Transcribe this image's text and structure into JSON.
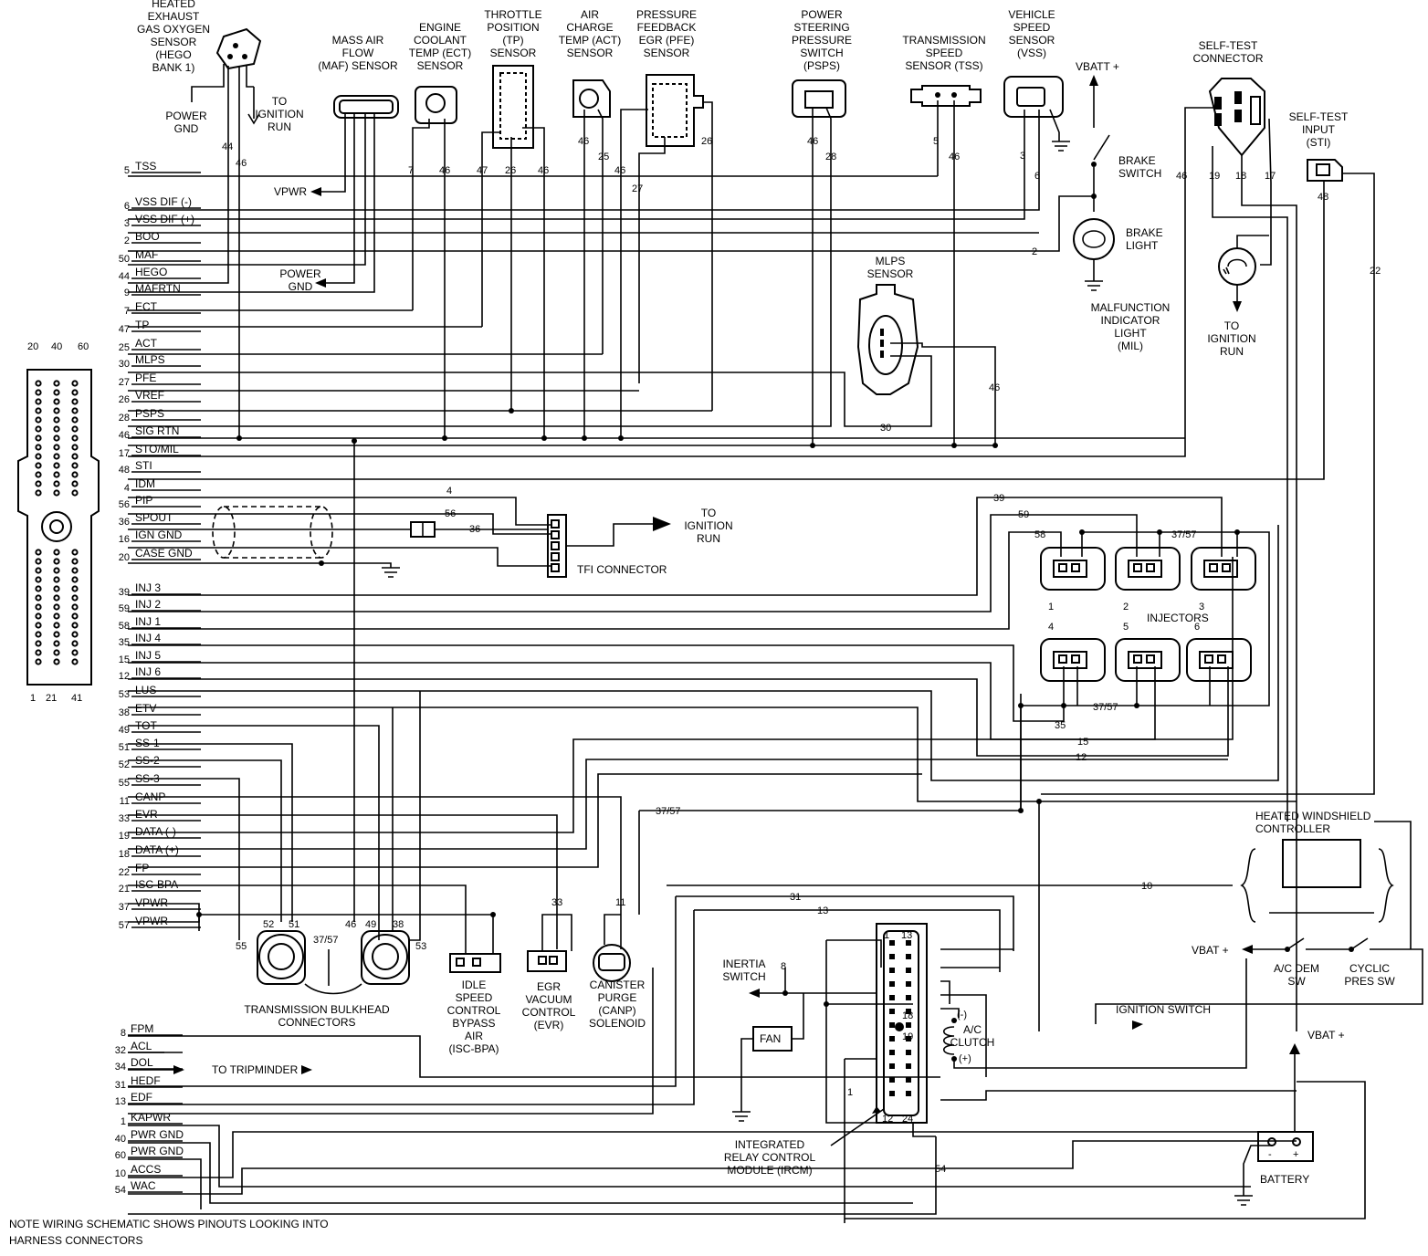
{
  "ecm_pins": [
    {
      "pin": "5",
      "label": "TSS"
    },
    {
      "pin": "6",
      "label": "VSS DIF (-)"
    },
    {
      "pin": "3",
      "label": "VSS DIF (+)"
    },
    {
      "pin": "2",
      "label": "BOO"
    },
    {
      "pin": "50",
      "label": "MAF"
    },
    {
      "pin": "44",
      "label": "HEGO"
    },
    {
      "pin": "9",
      "label": "MAFRTN"
    },
    {
      "pin": "7",
      "label": "ECT"
    },
    {
      "pin": "47",
      "label": "TP"
    },
    {
      "pin": "25",
      "label": "ACT"
    },
    {
      "pin": "30",
      "label": "MLPS"
    },
    {
      "pin": "27",
      "label": "PFE"
    },
    {
      "pin": "26",
      "label": "VREF"
    },
    {
      "pin": "28",
      "label": "PSPS"
    },
    {
      "pin": "46",
      "label": "SIG RTN"
    },
    {
      "pin": "17",
      "label": "STO/MIL"
    },
    {
      "pin": "48",
      "label": "STI"
    },
    {
      "pin": "4",
      "label": "IDM"
    },
    {
      "pin": "56",
      "label": "PIP"
    },
    {
      "pin": "36",
      "label": "SPOUT"
    },
    {
      "pin": "16",
      "label": "IGN GND"
    },
    {
      "pin": "20",
      "label": "CASE GND"
    },
    {
      "pin": "39",
      "label": "INJ 3"
    },
    {
      "pin": "59",
      "label": "INJ 2"
    },
    {
      "pin": "58",
      "label": "INJ 1"
    },
    {
      "pin": "35",
      "label": "INJ 4"
    },
    {
      "pin": "15",
      "label": "INJ 5"
    },
    {
      "pin": "12",
      "label": "INJ 6"
    },
    {
      "pin": "53",
      "label": "LUS"
    },
    {
      "pin": "38",
      "label": "ETV"
    },
    {
      "pin": "49",
      "label": "TOT"
    },
    {
      "pin": "51",
      "label": "SS-1"
    },
    {
      "pin": "52",
      "label": "SS-2"
    },
    {
      "pin": "55",
      "label": "SS-3"
    },
    {
      "pin": "11",
      "label": "CANP"
    },
    {
      "pin": "33",
      "label": "EVR"
    },
    {
      "pin": "19",
      "label": "DATA (-)"
    },
    {
      "pin": "18",
      "label": "DATA (+)"
    },
    {
      "pin": "22",
      "label": "FP"
    },
    {
      "pin": "21",
      "label": "ISC-BPA"
    },
    {
      "pin": "37",
      "label": "VPWR"
    },
    {
      "pin": "57",
      "label": "VPWR"
    }
  ],
  "bottom_pins": [
    {
      "pin": "8",
      "label": "FPM"
    },
    {
      "pin": "32",
      "label": "ACL"
    },
    {
      "pin": "34",
      "label": "DOL"
    },
    {
      "pin": "31",
      "label": "HEDF"
    },
    {
      "pin": "13",
      "label": "EDF"
    },
    {
      "pin": "1",
      "label": "KAPWR"
    },
    {
      "pin": "40",
      "label": "PWR GND"
    },
    {
      "pin": "60",
      "label": "PWR GND"
    },
    {
      "pin": "10",
      "label": "ACCS"
    },
    {
      "pin": "54",
      "label": "WAC"
    }
  ],
  "ecm_connector": {
    "top": [
      "20",
      "40",
      "60"
    ],
    "bottom": [
      "1",
      "21",
      "41"
    ]
  },
  "sensors": {
    "hego": [
      "HEATED",
      "EXHAUST",
      "GAS OXYGEN",
      "SENSOR",
      "(HEGO",
      "BANK 1)"
    ],
    "maf": [
      "MASS AIR",
      "FLOW",
      "(MAF) SENSOR"
    ],
    "ect": [
      "ENGINE",
      "COOLANT",
      "TEMP (ECT)",
      "SENSOR"
    ],
    "tp": [
      "THROTTLE",
      "POSITION",
      "(TP)",
      "SENSOR"
    ],
    "act": [
      "AIR",
      "CHARGE",
      "TEMP (ACT)",
      "SENSOR"
    ],
    "pfe": [
      "PRESSURE",
      "FEEDBACK",
      "EGR (PFE)",
      "SENSOR"
    ],
    "psps": [
      "POWER",
      "STEERING",
      "PRESSURE",
      "SWITCH",
      "(PSPS)"
    ],
    "tss": [
      "TRANSMISSION",
      "SPEED",
      "SENSOR (TSS)"
    ],
    "vss": [
      "VEHICLE",
      "SPEED",
      "SENSOR",
      "(VSS)"
    ],
    "self_test_connector": [
      "SELF-TEST",
      "CONNECTOR"
    ],
    "sti": [
      "SELF-TEST",
      "INPUT",
      "(STI)"
    ],
    "mlps": [
      "MLPS",
      "SENSOR"
    ]
  },
  "labels": {
    "vbatt": "VBATT +",
    "brake_switch": [
      "BRAKE",
      "SWITCH"
    ],
    "brake_light": [
      "BRAKE",
      "LIGHT"
    ],
    "mil": [
      "MALFUNCTION",
      "INDICATOR",
      "LIGHT",
      "(MIL)"
    ],
    "to_ignition_run": [
      "TO",
      "IGNITION",
      "RUN"
    ],
    "power_gnd": [
      "POWER",
      "GND"
    ],
    "vpwr": "VPWR",
    "tfi": "TFI CONNECTOR",
    "injectors": "INJECTORS",
    "heated_windshield": [
      "HEATED WINDSHIELD",
      "CONTROLLER"
    ],
    "vbat": "VBAT +",
    "ac_dem": [
      "A/C DEM",
      "SW"
    ],
    "cyclic": [
      "CYCLIC",
      "PRES SW"
    ],
    "inertia": [
      "INERTIA",
      "SWITCH"
    ],
    "fan": "FAN",
    "ignition_switch": "IGNITION SWITCH",
    "ac_clutch": [
      "A/C",
      "CLUTCH"
    ],
    "ac_clutch_neg": "(-)",
    "ac_clutch_pos": "(+)",
    "ircm": [
      "INTEGRATED",
      "RELAY CONTROL",
      "MODULE (IRCM)"
    ],
    "battery": "BATTERY",
    "tripminder": "TO TRIPMINDER",
    "bulkhead": [
      "TRANSMISSION BULKHEAD",
      "CONNECTORS"
    ],
    "isc": [
      "IDLE",
      "SPEED",
      "CONTROL",
      "BYPASS",
      "AIR",
      "(ISC-BPA)"
    ],
    "evr": [
      "EGR",
      "VACUUM",
      "CONTROL",
      "(EVR)"
    ],
    "canp": [
      "CANISTER",
      "PURGE",
      "(CANP)",
      "SOLENOID"
    ],
    "note": [
      "NOTE WIRING SCHEMATIC SHOWS PINOUTS LOOKING INTO",
      "HARNESS CONNECTORS"
    ]
  },
  "wire_numbers": [
    "44",
    "46",
    "7",
    "46",
    "47",
    "26",
    "46",
    "46",
    "25",
    "46",
    "27",
    "26",
    "46",
    "28",
    "5",
    "46",
    "3",
    "6",
    "46",
    "19",
    "18",
    "17",
    "48",
    "22",
    "2",
    "30",
    "46",
    "4",
    "56",
    "36",
    "39",
    "59",
    "58",
    "37/57",
    "1",
    "2",
    "3",
    "4",
    "5",
    "6",
    "37/57",
    "35",
    "15",
    "12",
    "37/57",
    "10",
    "31",
    "13",
    "33",
    "11",
    "55",
    "52",
    "51",
    "37/57",
    "46",
    "49",
    "38",
    "53",
    "8",
    "13",
    "18",
    "19",
    "1",
    "12",
    "24",
    "54"
  ]
}
